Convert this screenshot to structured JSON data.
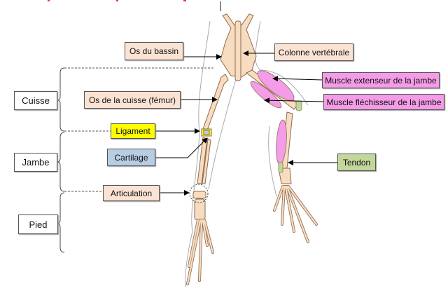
{
  "regions": {
    "cuisse": "Cuisse",
    "jambe": "Jambe",
    "pied": "Pied"
  },
  "labels": {
    "os_bassin": "Os du bassin",
    "colonne": "Colonne vertébrale",
    "muscle_extenseur": "Muscle extenseur de la jambe",
    "muscle_flechisseur": "Muscle fléchisseur de la jambe",
    "os_cuisse": "Os de la cuisse (fémur)",
    "ligament": "Ligament",
    "cartilage": "Cartilage",
    "tendon": "Tendon",
    "articulation": "Articulation"
  },
  "colors": {
    "bone": "#f8dcc0",
    "muscle": "#f49ce8",
    "ligament": "#ffff00",
    "cartilage": "#b7cde4",
    "tendon": "#c3d69b",
    "label": "#fbe3d3"
  }
}
